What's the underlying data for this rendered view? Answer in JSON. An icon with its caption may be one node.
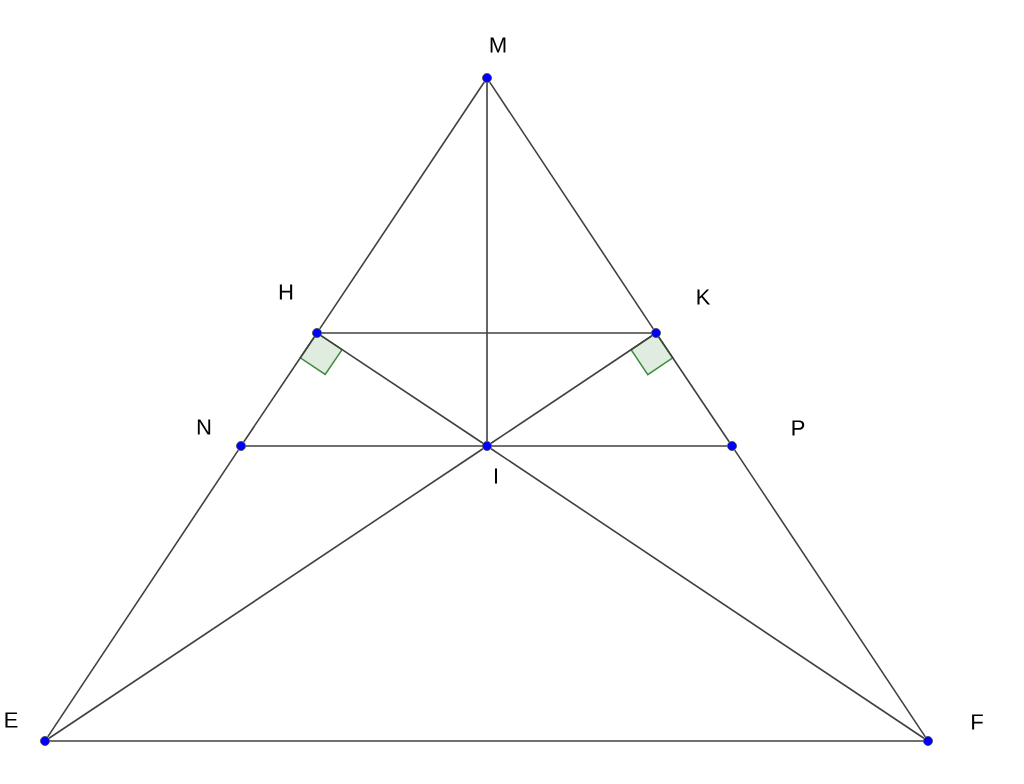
{
  "diagram": {
    "nodes": [
      {
        "text": [],
        "shape": "circle",
        "beside": [
          "M"
        ]
      },
      {
        "text": [],
        "shape": "circle",
        "beside": [
          "H"
        ]
      },
      {
        "text": [],
        "shape": "circle",
        "beside": [
          "K"
        ]
      },
      {
        "text": [],
        "shape": "circle",
        "beside": [
          "N"
        ]
      },
      {
        "text": [],
        "shape": "circle",
        "beside": [
          "I"
        ]
      },
      {
        "text": [],
        "shape": "circle",
        "beside": [
          "P"
        ]
      },
      {
        "text": [],
        "shape": "circle",
        "beside": [
          "E"
        ]
      },
      {
        "text": [],
        "shape": "circle",
        "beside": [
          "F"
        ]
      }
    ],
    "edges": [
      {
        "from": 0,
        "to": 1,
        "arrow": "none"
      },
      {
        "from": 1,
        "to": 3,
        "arrow": "none"
      },
      {
        "from": 3,
        "to": 6,
        "arrow": "none"
      },
      {
        "from": 0,
        "to": 2,
        "arrow": "none"
      },
      {
        "from": 2,
        "to": 5,
        "arrow": "none"
      },
      {
        "from": 5,
        "to": 7,
        "arrow": "none"
      },
      {
        "from": 6,
        "to": 7,
        "arrow": "none"
      },
      {
        "from": 0,
        "to": 4,
        "arrow": "none"
      },
      {
        "from": 1,
        "to": 2,
        "arrow": "none"
      },
      {
        "from": 3,
        "to": 4,
        "arrow": "none"
      },
      {
        "from": 4,
        "to": 5,
        "arrow": "none"
      },
      {
        "from": 1,
        "to": 4,
        "arrow": "none"
      },
      {
        "from": 2,
        "to": 4,
        "arrow": "none"
      },
      {
        "from": 6,
        "to": 4,
        "arrow": "none"
      },
      {
        "from": 4,
        "to": 7,
        "arrow": "none"
      }
    ]
  }
}
